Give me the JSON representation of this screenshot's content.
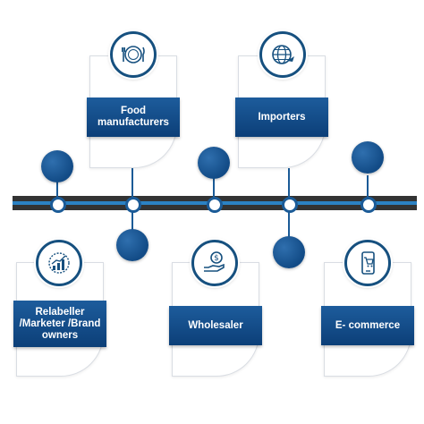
{
  "nodes": {
    "food": {
      "label": "Food manufacturers",
      "icon": "fork-knife-plate-icon"
    },
    "importers": {
      "label": "Importers",
      "icon": "globe-plane-icon"
    },
    "relabeller": {
      "label": "Relabeller /Marketer /Brand owners",
      "icon": "growth-chart-icon"
    },
    "wholesaler": {
      "label": "Wholesaler",
      "icon": "hand-dollar-icon"
    },
    "ecommerce": {
      "label": "E- commerce",
      "icon": "phone-cart-icon"
    }
  },
  "colors": {
    "primary": "#0c3f78",
    "accent": "#1d5c9c",
    "timeline_dark": "#333333",
    "timeline_light": "#2b82c4"
  }
}
